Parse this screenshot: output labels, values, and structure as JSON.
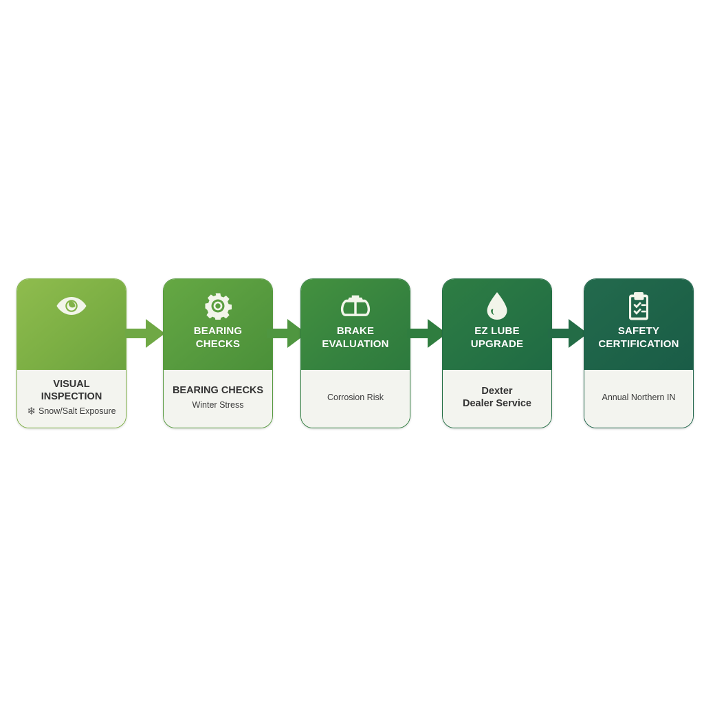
{
  "diagram": {
    "type": "horizontal-process-flow",
    "step_count": 5,
    "background_color": "#ffffff",
    "panel_color": "#f3f4ef",
    "steps": [
      {
        "id": "visual-inspection",
        "icon": "eye-icon",
        "title": "",
        "heading": "VISUAL\nINSPECTION",
        "caption": "Snow/Salt Exposure",
        "caption_glyph": "❄",
        "color": "#7cb043",
        "gradient_from": "#8fbc4e",
        "gradient_to": "#6ca33f"
      },
      {
        "id": "bearing-checks",
        "icon": "gear-icon",
        "title": "BEARING\nCHECKS",
        "heading": "BEARING CHECKS",
        "caption": "Winter Stress",
        "caption_glyph": "",
        "color": "#55993e",
        "gradient_from": "#65a843",
        "gradient_to": "#4a9039"
      },
      {
        "id": "brake-evaluation",
        "icon": "brake-pad-icon",
        "title": "BRAKE\nEVALUATION",
        "heading": "",
        "caption": "Corrosion Risk",
        "caption_glyph": "",
        "color": "#2f7d3e",
        "gradient_from": "#44913f",
        "gradient_to": "#2d7a3e"
      },
      {
        "id": "ez-lube-upgrade",
        "icon": "oil-drop-icon",
        "title": "EZ LUBE\nUPGRADE",
        "heading": "Dexter\nDealer Service",
        "caption": "",
        "caption_glyph": "",
        "color": "#236e44",
        "gradient_from": "#2e7d43",
        "gradient_to": "#1f6a44"
      },
      {
        "id": "safety-certification",
        "icon": "clipboard-check-icon",
        "title": "SAFETY\nCERTIFICATION",
        "heading": "",
        "caption": "Annual Northern IN",
        "caption_glyph": "",
        "color": "#1c6348",
        "gradient_from": "#236a4d",
        "gradient_to": "#1a5c47"
      }
    ],
    "arrows": [
      {
        "id": "arrow-1",
        "from": "visual-inspection",
        "to": "bearing-checks",
        "color": "#6fa845"
      },
      {
        "id": "arrow-2",
        "from": "bearing-checks",
        "to": "brake-evaluation",
        "color": "#4f9640"
      },
      {
        "id": "arrow-3",
        "from": "brake-evaluation",
        "to": "ez-lube-upgrade",
        "color": "#2f7d3f"
      },
      {
        "id": "arrow-4",
        "from": "ez-lube-upgrade",
        "to": "safety-certification",
        "color": "#236c46"
      }
    ]
  }
}
